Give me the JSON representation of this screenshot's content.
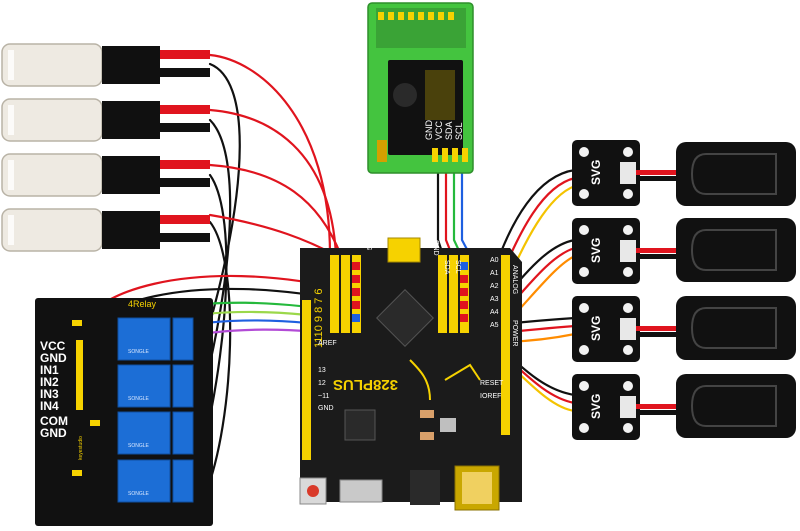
{
  "relay_module": {
    "name": "4Relay",
    "pins": [
      "VCC",
      "GND",
      "IN1",
      "IN2",
      "IN3",
      "IN4",
      "COM",
      "GND"
    ],
    "relay_text": "SONGLE",
    "brand": "keyestudio"
  },
  "main_board": {
    "name": "328PLUS",
    "header_digits": "1110 9 8 7 6",
    "labels": [
      "SDA",
      "SCL",
      "GND",
      "5V",
      "A0",
      "A1",
      "A2",
      "A3",
      "A4",
      "A5",
      "RESET",
      "IOREF",
      "POWER",
      "ANALOG",
      "AREF",
      "GND",
      "13",
      "12",
      "~11"
    ]
  },
  "lcd_module": {
    "pin_labels": [
      "GND",
      "VCC",
      "SDA",
      "SCL"
    ]
  },
  "sensors": {
    "label": "SVG",
    "count": 4
  },
  "pumps": {
    "count": 4
  },
  "colors": {
    "board": "#1b1b1b",
    "header_yellow": "#f6d200",
    "lcd_green": "#44c43f",
    "relay_blue": "#1c6ed6",
    "wire_red": "#e0141e",
    "wire_black": "#111111",
    "wire_yellow": "#f4c300",
    "wire_orange": "#ff8c00",
    "wire_green": "#25b93c",
    "wire_blue": "#1e5fe0",
    "wire_purple": "#b24bd6",
    "wire_lime": "#9bd84a"
  }
}
